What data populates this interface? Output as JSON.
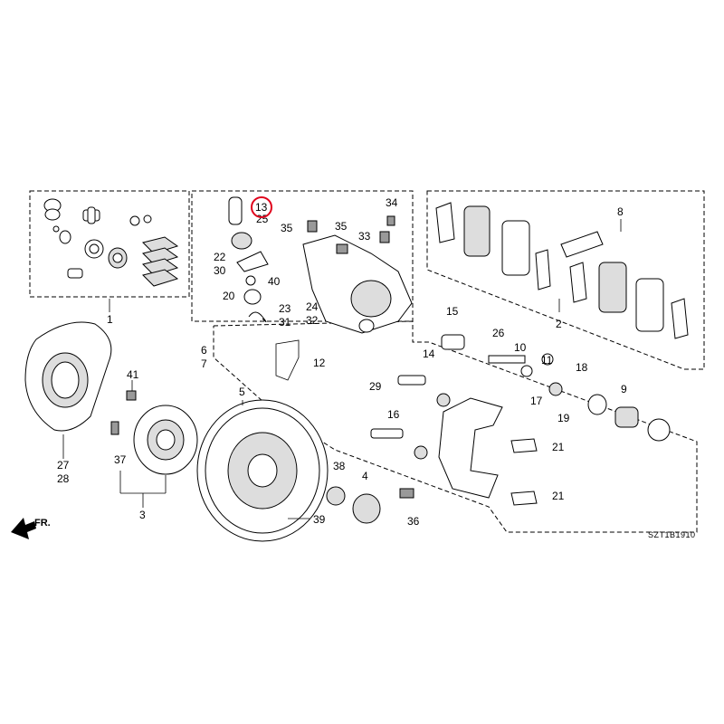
{
  "diagram": {
    "highlight_color": "#e0001b",
    "highlighted_part": "13",
    "drawing_code": "SZT1B1910",
    "direction_label": "FR.",
    "callouts": [
      "1",
      "2",
      "3",
      "4",
      "5",
      "6",
      "7",
      "8",
      "9",
      "10",
      "11",
      "12",
      "13",
      "14",
      "15",
      "16",
      "17",
      "18",
      "19",
      "20",
      "21",
      "21",
      "22",
      "23",
      "24",
      "25",
      "26",
      "27",
      "28",
      "29",
      "30",
      "31",
      "32",
      "33",
      "34",
      "35",
      "35",
      "36",
      "37",
      "38",
      "39",
      "40",
      "41"
    ]
  }
}
